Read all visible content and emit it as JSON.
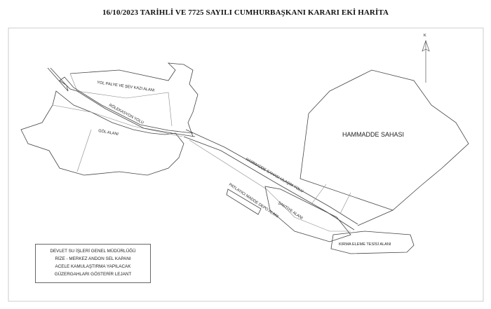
{
  "title": "16/10/2023 TARİHLİ VE 7725 SAYILI CUMHURBAŞKANI KARARI EKİ HARİTA",
  "north_arrow": {
    "icon": "north-arrow-icon",
    "label": "K"
  },
  "labels": {
    "yol_palye": "YOL PALYE VE ŞEV KAZI ALANI",
    "rolekasyon": "RÖLEKASYON YOLU",
    "gol": "GÖL ALANI",
    "hammadde": "HAMMADDE SAHASI",
    "ulasim": "HAMMADDE SAHASI ULAŞIM YOLU",
    "patlayici": "PATLAYICI MADDE DEPO ALANI",
    "santiye": "ŞANTİYE ALANI",
    "kirma": "KIRMA ELEME TESİSİ ALANI"
  },
  "legend": {
    "lines": [
      "DEVLET SU İŞLERİ GENEL MÜDÜRLÜĞÜ",
      "RİZE - MERKEZ ANDON SEL KAPANI",
      "ACELE KAMULAŞTIRMA YAPILACAK",
      "GÜZERGAHLARI GÖSTERİR LEJANT"
    ]
  }
}
